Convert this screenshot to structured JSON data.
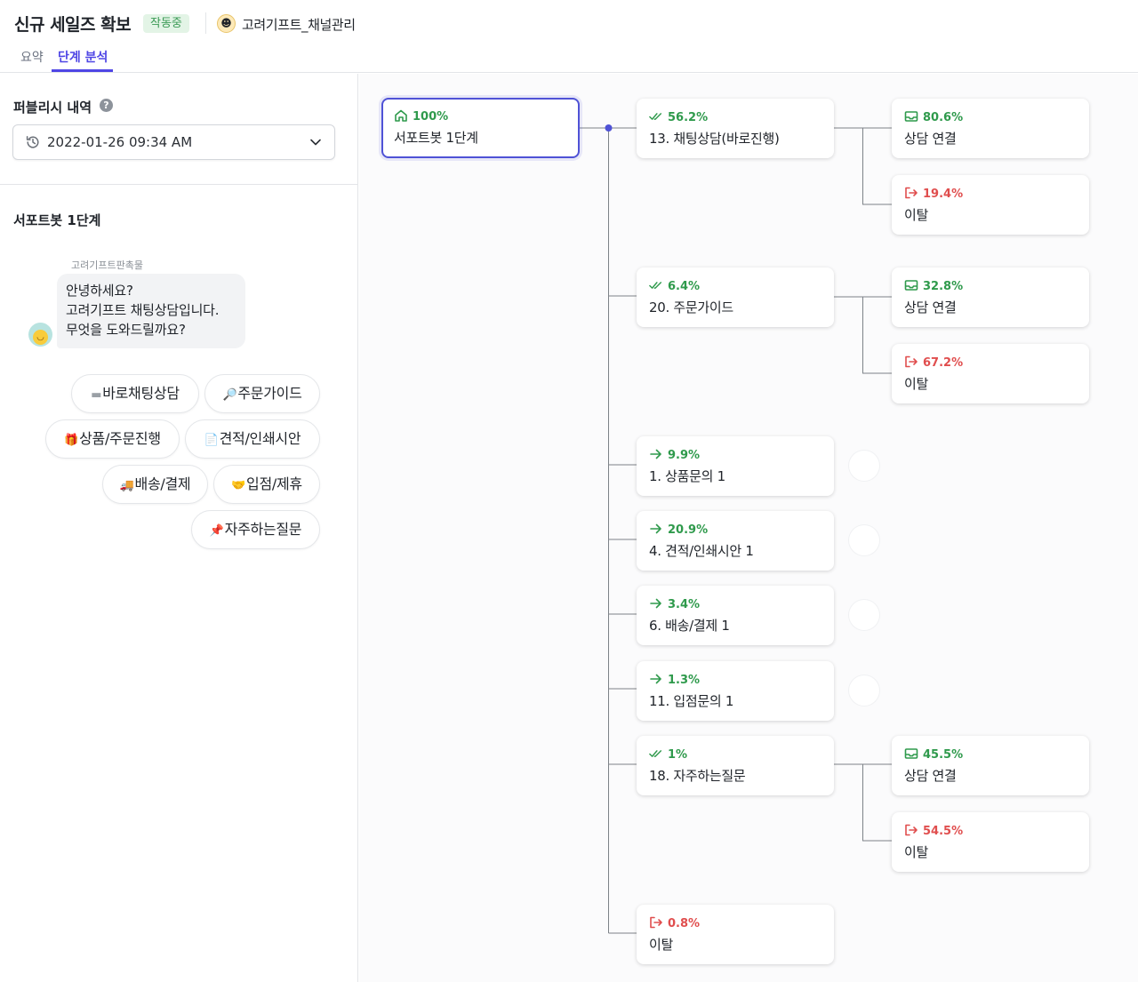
{
  "header": {
    "title": "신규 세일즈 확보",
    "status_badge": "작동중",
    "channel_name": "고려기프트_채널관리",
    "tabs": [
      {
        "label": "요약",
        "active": false
      },
      {
        "label": "단계 분석",
        "active": true
      }
    ]
  },
  "left_panel": {
    "publish_history_label": "퍼블리시 내역",
    "help_icon": "?",
    "selected_version": "2022-01-26 09:34 AM",
    "step_title": "서포트봇 1단계",
    "chat": {
      "bot_name": "고려기프트판촉물",
      "message_lines": [
        "안녕하세요?",
        "고려기프트 채팅상담입니다.",
        "무엇을 도와드릴까요?"
      ]
    },
    "quick_replies": [
      {
        "emoji": "▬",
        "label": "바로채팅상담"
      },
      {
        "emoji": "🔎",
        "label": "주문가이드"
      },
      {
        "emoji": "🎁",
        "label": "상품/주문진행"
      },
      {
        "emoji": "📄",
        "label": "견적/인쇄시안"
      },
      {
        "emoji": "🚚",
        "label": "배송/결제"
      },
      {
        "emoji": "🤝",
        "label": "입점/제휴"
      },
      {
        "emoji": "📌",
        "label": "자주하는질문"
      }
    ]
  },
  "flow": {
    "colors": {
      "green": "#2f9a4c",
      "red": "#e04e4e",
      "accent": "#4f52d6",
      "line": "#7d8288"
    },
    "start": {
      "icon": "home-icon",
      "percent": "100%",
      "label": "서포트봇 1단계"
    },
    "steps": [
      {
        "icon": "double-check-icon",
        "percent": "56.2%",
        "label": "13. 채팅상담(바로진행)"
      },
      {
        "icon": "double-check-icon",
        "percent": "6.4%",
        "label": "20. 주문가이드"
      },
      {
        "icon": "arrow-right-icon",
        "percent": "9.9%",
        "label": "1. 상품문의 1"
      },
      {
        "icon": "arrow-right-icon",
        "percent": "20.9%",
        "label": "4. 견적/인쇄시안 1"
      },
      {
        "icon": "arrow-right-icon",
        "percent": "3.4%",
        "label": "6. 배송/결제 1"
      },
      {
        "icon": "arrow-right-icon",
        "percent": "1.3%",
        "label": "11. 입점문의 1"
      },
      {
        "icon": "double-check-icon",
        "percent": "1%",
        "label": "18. 자주하는질문"
      },
      {
        "icon": "exit-icon",
        "percent": "0.8%",
        "label": "이탈"
      }
    ],
    "outcomes": [
      {
        "icon": "inbox-icon",
        "percent": "80.6%",
        "label": "상담 연결"
      },
      {
        "icon": "exit-icon",
        "percent": "19.4%",
        "label": "이탈"
      },
      {
        "icon": "inbox-icon",
        "percent": "32.8%",
        "label": "상담 연결"
      },
      {
        "icon": "exit-icon",
        "percent": "67.2%",
        "label": "이탈"
      },
      {
        "icon": "inbox-icon",
        "percent": "45.5%",
        "label": "상담 연결"
      },
      {
        "icon": "exit-icon",
        "percent": "54.5%",
        "label": "이탈"
      }
    ]
  }
}
